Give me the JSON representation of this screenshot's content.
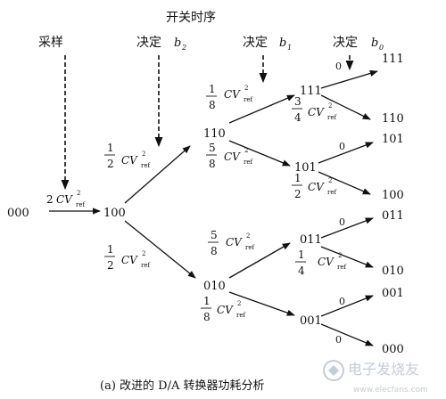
{
  "header": {
    "sampling": "采样",
    "switch_sequence": "开关时序",
    "decide": "决定",
    "b2": "2",
    "b1": "1",
    "b0": "0",
    "b_letter": "b"
  },
  "nodes": {
    "n000": "000",
    "n100": "100",
    "n110": "110",
    "n010": "010",
    "n111": "111",
    "n101": "101",
    "n011": "011",
    "n001": "001",
    "o111": "111",
    "o110": "110",
    "o101": "101",
    "o100": "100",
    "o011": "011",
    "o010": "010",
    "o001": "001",
    "o000": "000"
  },
  "energy": {
    "cv": "CV",
    "sup": "2",
    "sub": "ref",
    "e_sample": "2",
    "e_100_up_num": "1",
    "e_100_up_den": "2",
    "e_100_dn_num": "1",
    "e_100_dn_den": "2",
    "e_110_up_num": "1",
    "e_110_up_den": "8",
    "e_110_dn_num": "5",
    "e_110_dn_den": "8",
    "e_010_up_num": "5",
    "e_010_up_den": "8",
    "e_010_dn_num": "1",
    "e_010_dn_den": "8",
    "e_111_dn_num": "3",
    "e_111_dn_den": "4",
    "e_101_dn_num": "1",
    "e_101_dn_den": "2",
    "e_011_dn_num": "1",
    "e_011_dn_den": "4",
    "zero": "0"
  },
  "caption": "(a)  改进的 D/A 转换器功耗分析",
  "watermark": {
    "main": "电子发烧友",
    "url": "www.elecfans.com"
  },
  "colors": {
    "ink": "#111111",
    "watermark": "#b9c4d3"
  }
}
